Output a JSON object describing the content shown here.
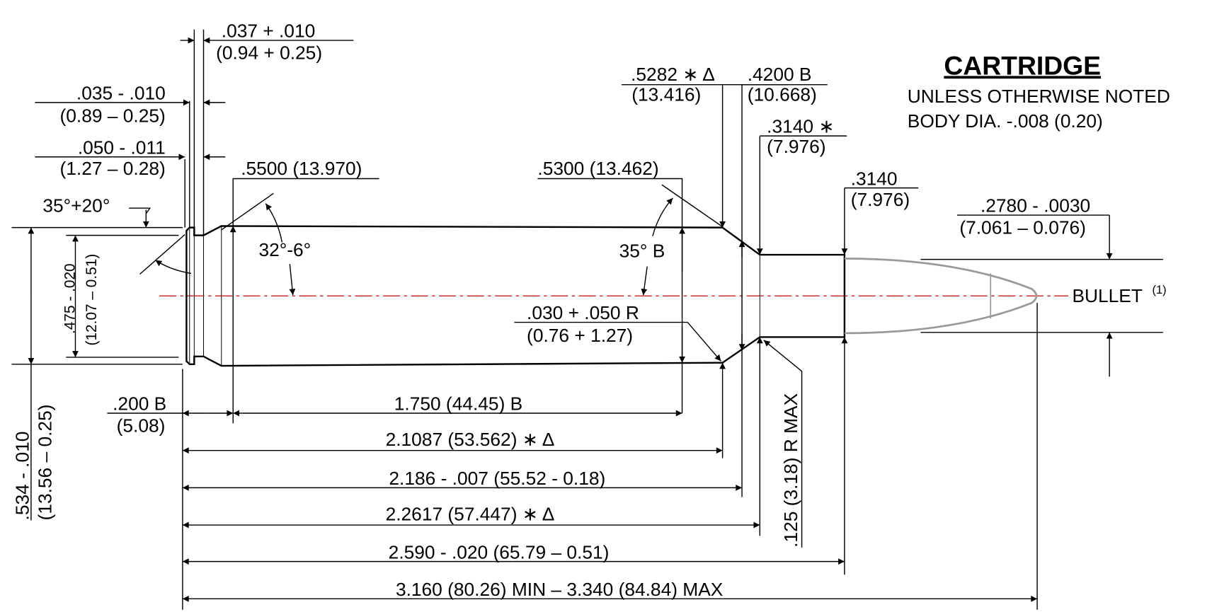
{
  "title": {
    "heading": "CARTRIDGE",
    "note1": "UNLESS OTHERWISE NOTED",
    "note2": "BODY DIA. -.008 (0.20)"
  },
  "dims": {
    "rim_thickness": {
      "in": ".037 + .010",
      "mm": "(0.94 + 0.25)"
    },
    "groove_a": {
      "in": ".035 - .010",
      "mm": "(0.89 – 0.25)"
    },
    "groove_b": {
      "in": ".050 - .011",
      "mm": "(1.27 – 0.28)"
    },
    "rim_chamfer": "35°+20°",
    "base_dia": ".5500 (13.970)",
    "body_angle": "32°-6°",
    "shoulder_dia": ".5300 (13.462)",
    "shoulder_angle": "35° B",
    "shoulder_point": {
      "in": ".5282 ∗ Δ",
      "mm": "(13.416)"
    },
    "shoulder_mid": {
      "in": ".4200 B",
      "mm": "(10.668)"
    },
    "neck_dia": {
      "in": ".3140 ∗",
      "mm": "(7.976)"
    },
    "neck_end_dia": {
      "in": ".3140",
      "mm": "(7.976)"
    },
    "bullet_dia": {
      "in": ".2780 - .0030",
      "mm": "(7.061 – 0.076)"
    },
    "bullet_label": "BULLET",
    "bullet_note": "(1)",
    "fillet": {
      "in": ".030 + .050 R",
      "mm": "(0.76 + 1.27)"
    },
    "neck_radius": ".125 (3.18) R MAX",
    "rim_dia": {
      "in": ".534 - .010",
      "mm": "(13.56 – 0.25)"
    },
    "groove_dia": {
      "in": ".475 - .020",
      "mm": "(12.07 – 0.51)"
    },
    "rim_to_body": {
      "in": ".200  B",
      "mm": "(5.08)"
    },
    "body_length": "1.750   (44.45) B",
    "len_shoulder_point": "2.1087 (53.562) ∗ Δ",
    "len_shoulder": "2.186 - .007 (55.52 - 0.18)",
    "len_neck_start": "2.2617 (57.447) ∗ Δ",
    "case_length": "2.590 - .020 (65.79 – 0.51)",
    "overall_length": "3.160 (80.26) MIN – 3.340 (84.84) MAX"
  }
}
